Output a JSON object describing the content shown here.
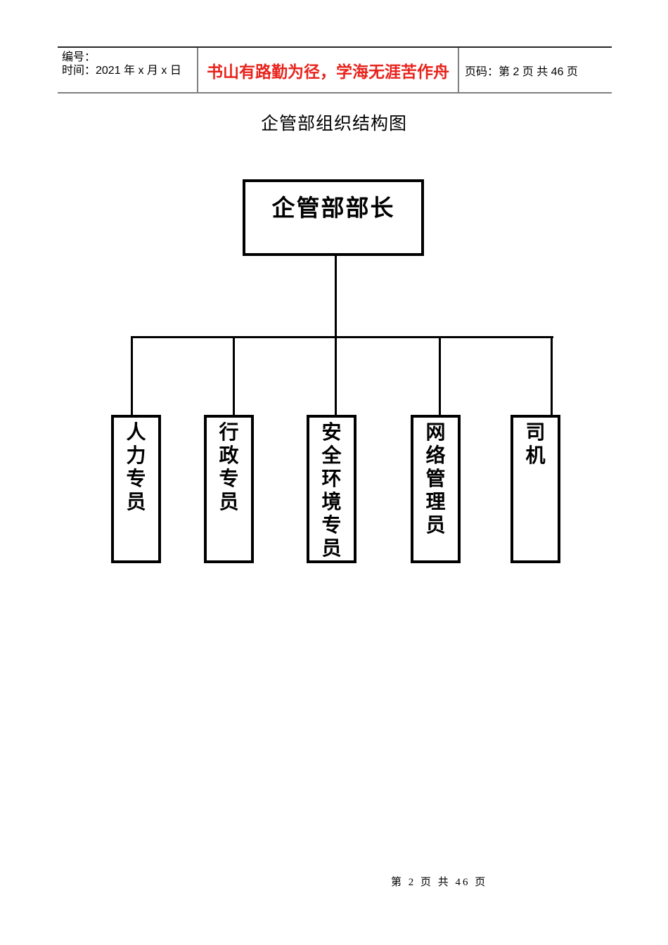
{
  "header": {
    "no_label": "编号：",
    "date_line": "时间：2021 年 x 月 x 日",
    "motto": "书山有路勤为径，学海无涯苦作舟",
    "page_info": "页码：第 2 页  共 46 页"
  },
  "title": "企管部组织结构图",
  "org_chart": {
    "root": "企管部部长",
    "children": [
      "人力专员",
      "行政专员",
      "安全环境专员",
      "网络管理员",
      "司机"
    ]
  },
  "footer": "第 2 页 共 46 页",
  "colors": {
    "motto_red": "#e8231c",
    "chart_line_black": "#000000",
    "table_border_gray": "#7f7f7f"
  }
}
